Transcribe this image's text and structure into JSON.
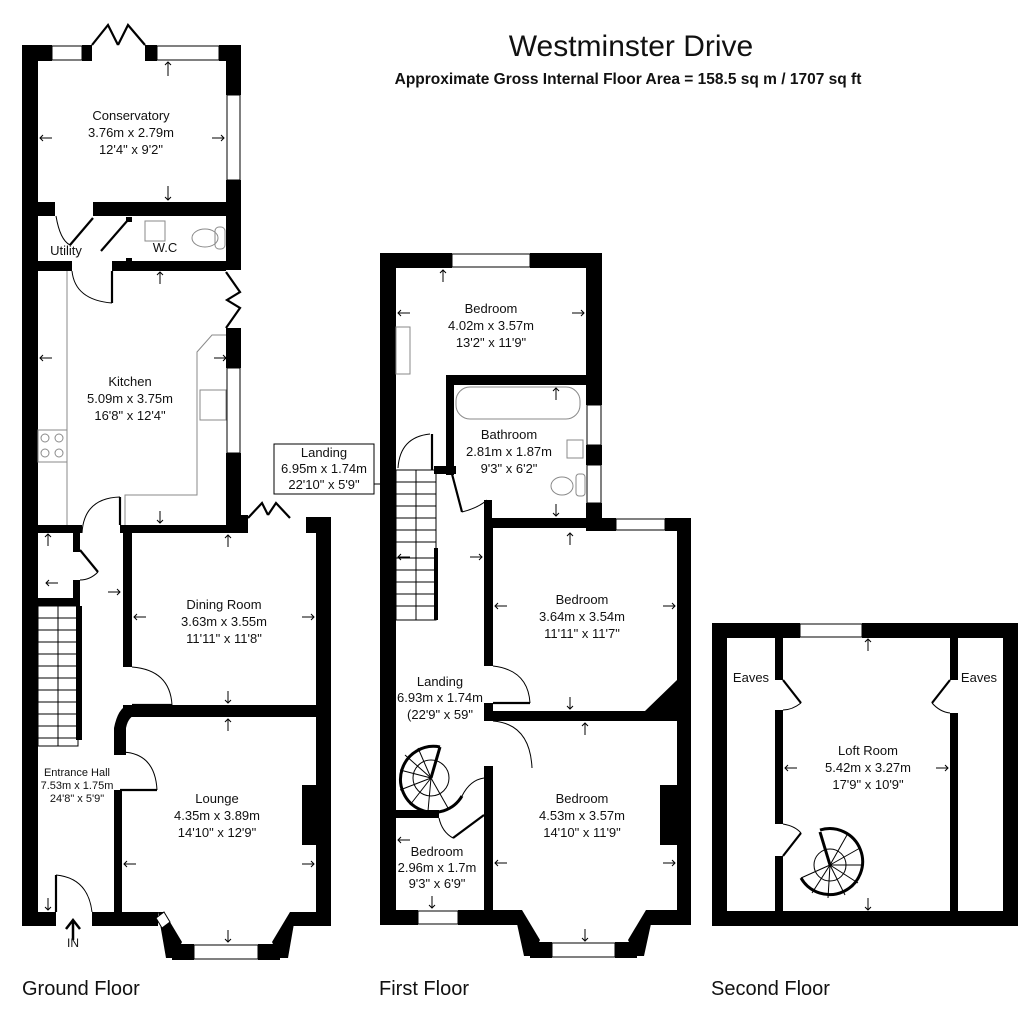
{
  "header": {
    "title": "Westminster Drive",
    "subtitle": "Approximate Gross Internal Floor Area  = 158.5 sq m  / 1707 sq ft"
  },
  "floors": {
    "ground": {
      "label": "Ground Floor",
      "entrance_marker": "IN",
      "rooms": {
        "conservatory": {
          "name": "Conservatory",
          "metric": "3.76m x 2.79m",
          "imperial": "12'4\" x 9'2\""
        },
        "utility": {
          "name": "Utility"
        },
        "wc": {
          "name": "W.C"
        },
        "kitchen": {
          "name": "Kitchen",
          "metric": "5.09m x 3.75m",
          "imperial": "16'8\" x 12'4\""
        },
        "dining": {
          "name": "Dining Room",
          "metric": "3.63m x 3.55m",
          "imperial": "11'11\" x 11'8\""
        },
        "hall": {
          "name": "Entrance Hall",
          "metric": "7.53m x 1.75m",
          "imperial": "24'8\" x 5'9\""
        },
        "lounge": {
          "name": "Lounge",
          "metric": "4.35m x 3.89m",
          "imperial": "14'10\" x 12'9\""
        }
      }
    },
    "first": {
      "label": "First Floor",
      "callout": {
        "name": "Landing",
        "metric": "6.95m x 1.74m",
        "imperial": "22'10\" x 5'9\""
      },
      "rooms": {
        "bedroom_rear": {
          "name": "Bedroom",
          "metric": "4.02m x 3.57m",
          "imperial": "13'2\" x 11'9\""
        },
        "bathroom": {
          "name": "Bathroom",
          "metric": "2.81m x 1.87m",
          "imperial": "9'3\" x 6'2\""
        },
        "bedroom_middle": {
          "name": "Bedroom",
          "metric": "3.64m x 3.54m",
          "imperial": "11'11\" x 11'7\""
        },
        "landing": {
          "name": "Landing",
          "metric": "6.93m x 1.74m",
          "imperial": "(22'9\" x 59\""
        },
        "bedroom_small": {
          "name": "Bedroom",
          "metric": "2.96m x 1.7m",
          "imperial": "9'3\" x 6'9\""
        },
        "bedroom_front": {
          "name": "Bedroom",
          "metric": "4.53m x 3.57m",
          "imperial": "14'10\" x 11'9\""
        }
      }
    },
    "second": {
      "label": "Second Floor",
      "rooms": {
        "eaves_left": {
          "name": "Eaves"
        },
        "eaves_right": {
          "name": "Eaves"
        },
        "loft": {
          "name": "Loft Room",
          "metric": "5.42m x 3.27m",
          "imperial": "17'9\" x 10'9\""
        }
      }
    }
  }
}
